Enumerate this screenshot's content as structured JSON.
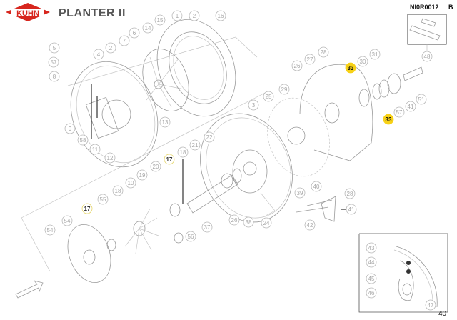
{
  "header": {
    "brand": "KUHN",
    "title": "PLANTER II",
    "reference": "NI0R0012",
    "revision": "B",
    "brand_color": "#d7261e"
  },
  "page_number": "40",
  "callouts": [
    {
      "label": "1"
    },
    {
      "label": "2"
    },
    {
      "label": "16"
    },
    {
      "label": "15"
    },
    {
      "label": "14"
    },
    {
      "label": "6"
    },
    {
      "label": "7"
    },
    {
      "label": "2"
    },
    {
      "label": "4"
    },
    {
      "label": "5"
    },
    {
      "label": "57"
    },
    {
      "label": "8"
    },
    {
      "label": "9"
    },
    {
      "label": "58"
    },
    {
      "label": "11"
    },
    {
      "label": "12"
    },
    {
      "label": "13"
    },
    {
      "label": "22"
    },
    {
      "label": "21"
    },
    {
      "label": "18"
    },
    {
      "label": "17",
      "highlight": "outline"
    },
    {
      "label": "28"
    },
    {
      "label": "27"
    },
    {
      "label": "26"
    },
    {
      "label": "29"
    },
    {
      "label": "25"
    },
    {
      "label": "3"
    },
    {
      "label": "33",
      "highlight": "filled"
    },
    {
      "label": "30"
    },
    {
      "label": "31"
    },
    {
      "label": "48"
    },
    {
      "label": "51"
    },
    {
      "label": "41"
    },
    {
      "label": "57"
    },
    {
      "label": "33",
      "highlight": "filled"
    },
    {
      "label": "39"
    },
    {
      "label": "40"
    },
    {
      "label": "28"
    },
    {
      "label": "41"
    },
    {
      "label": "42"
    },
    {
      "label": "24"
    },
    {
      "label": "38"
    },
    {
      "label": "26"
    },
    {
      "label": "37"
    },
    {
      "label": "20"
    },
    {
      "label": "19"
    },
    {
      "label": "10"
    },
    {
      "label": "18"
    },
    {
      "label": "55"
    },
    {
      "label": "17",
      "highlight": "outline"
    },
    {
      "label": "54"
    },
    {
      "label": "54"
    },
    {
      "label": "56"
    },
    {
      "label": "43"
    },
    {
      "label": "44"
    },
    {
      "label": "45"
    },
    {
      "label": "46"
    },
    {
      "label": "47"
    }
  ],
  "colors": {
    "highlight_fill": "#f7d117",
    "highlight_outline": "#e6d66a",
    "callout": "#b8b8b8"
  }
}
